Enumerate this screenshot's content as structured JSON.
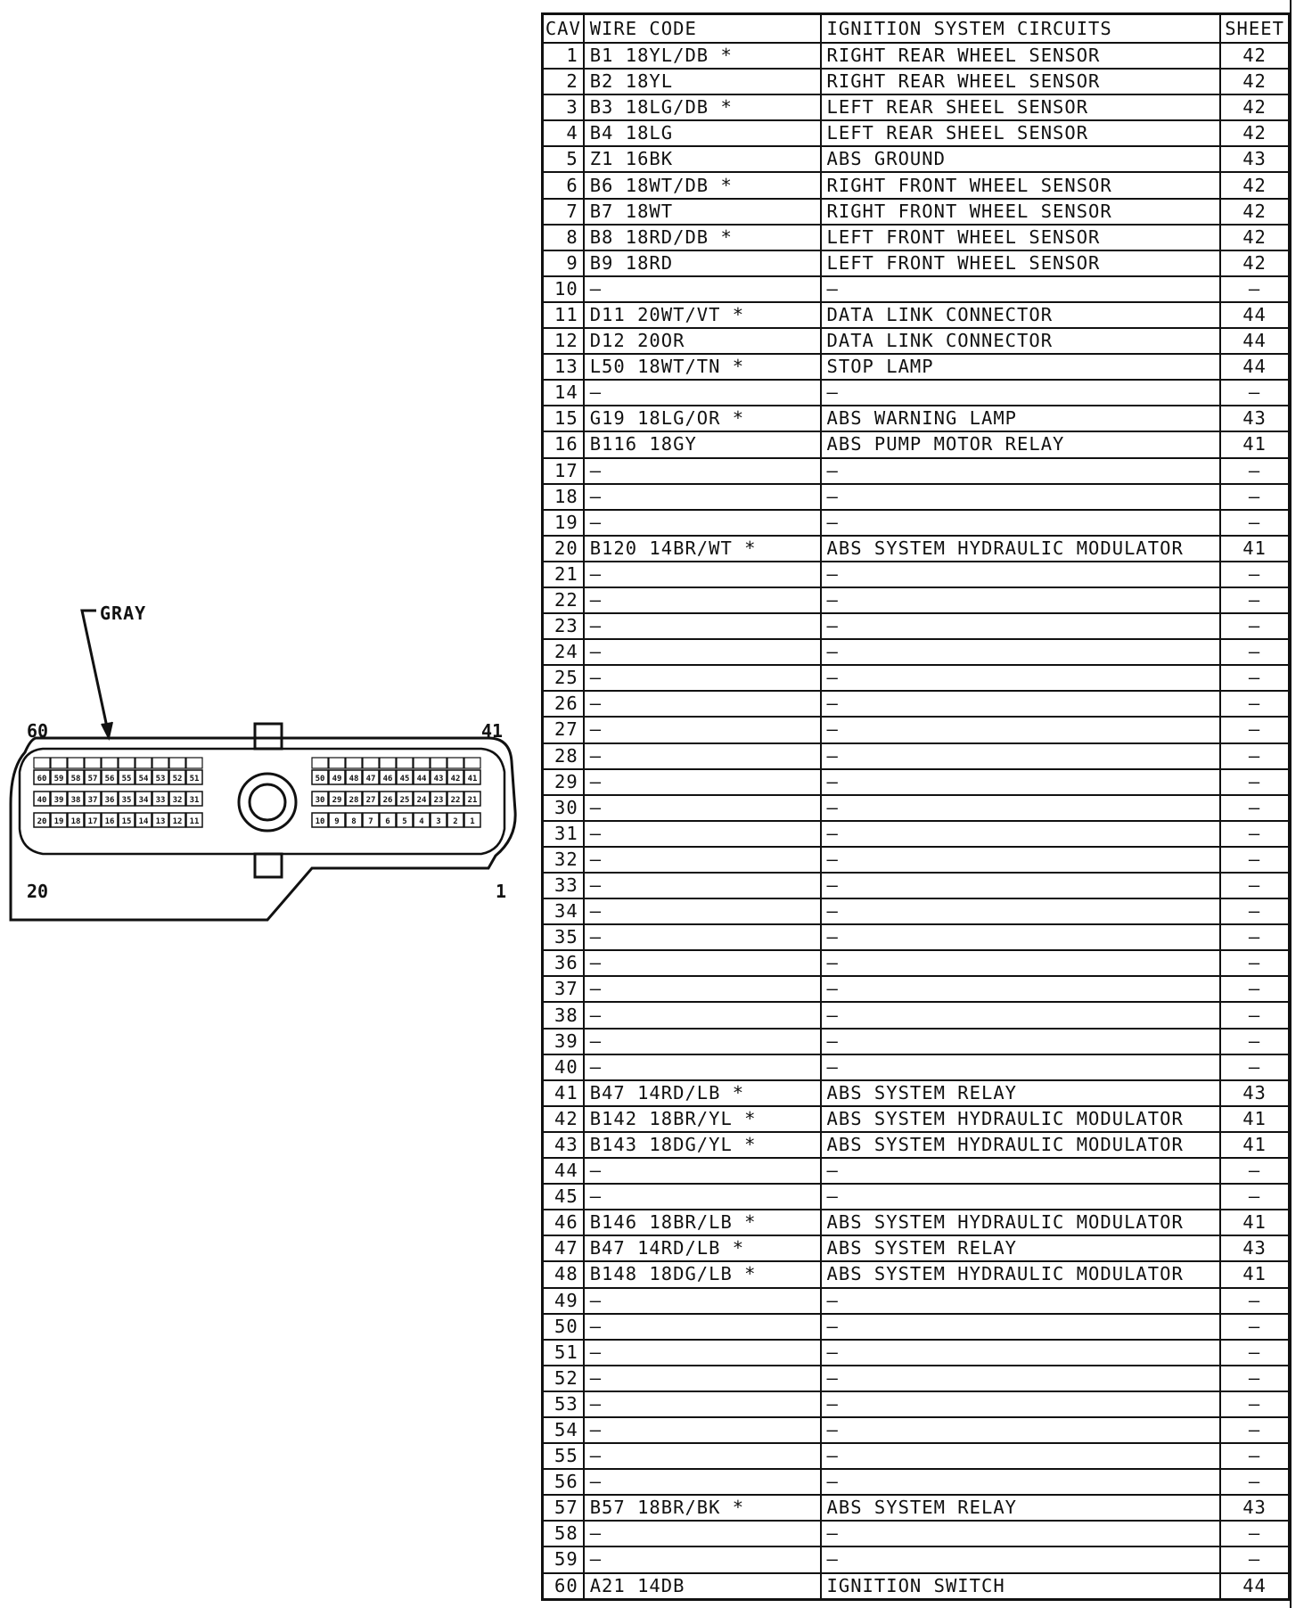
{
  "diagram": {
    "callout": "GRAY",
    "corner_labels": {
      "top_left": "60",
      "top_right": "41",
      "bottom_left": "20",
      "bottom_right": "1"
    },
    "pin_rows": {
      "left_top": [
        "60",
        "59",
        "58",
        "57",
        "56",
        "55",
        "54",
        "53",
        "52",
        "51"
      ],
      "left_mid": [
        "40",
        "39",
        "38",
        "37",
        "36",
        "35",
        "34",
        "33",
        "32",
        "31"
      ],
      "left_bottom": [
        "20",
        "19",
        "18",
        "17",
        "16",
        "15",
        "14",
        "13",
        "12",
        "11"
      ],
      "right_top": [
        "50",
        "49",
        "48",
        "47",
        "46",
        "45",
        "44",
        "43",
        "42",
        "41"
      ],
      "right_mid": [
        "30",
        "29",
        "28",
        "27",
        "26",
        "25",
        "24",
        "23",
        "22",
        "21"
      ],
      "right_bottom": [
        "10",
        "9",
        "8",
        "7",
        "6",
        "5",
        "4",
        "3",
        "2",
        "1"
      ]
    }
  },
  "table": {
    "headers": [
      "CAV",
      "WIRE CODE",
      "IGNITION SYSTEM CIRCUITS",
      "SHEET"
    ],
    "rows": [
      [
        "1",
        "B1  18YL/DB *",
        "RIGHT REAR WHEEL SENSOR",
        "42"
      ],
      [
        "2",
        "B2  18YL",
        "RIGHT REAR WHEEL SENSOR",
        "42"
      ],
      [
        "3",
        "B3  18LG/DB *",
        "LEFT REAR SHEEL SENSOR",
        "42"
      ],
      [
        "4",
        "B4  18LG",
        "LEFT REAR SHEEL SENSOR",
        "42"
      ],
      [
        "5",
        "Z1  16BK",
        "ABS GROUND",
        "43"
      ],
      [
        "6",
        "B6  18WT/DB *",
        "RIGHT FRONT WHEEL SENSOR",
        "42"
      ],
      [
        "7",
        "B7  18WT",
        "RIGHT FRONT WHEEL SENSOR",
        "42"
      ],
      [
        "8",
        "B8  18RD/DB *",
        "LEFT FRONT WHEEL SENSOR",
        "42"
      ],
      [
        "9",
        "B9  18RD",
        "LEFT FRONT WHEEL SENSOR",
        "42"
      ],
      [
        "10",
        "—",
        "—",
        "—"
      ],
      [
        "11",
        "D11  20WT/VT *",
        "DATA LINK CONNECTOR",
        "44"
      ],
      [
        "12",
        "D12  20OR",
        "DATA LINK CONNECTOR",
        "44"
      ],
      [
        "13",
        "L50  18WT/TN *",
        "STOP LAMP",
        "44"
      ],
      [
        "14",
        "—",
        "—",
        "—"
      ],
      [
        "15",
        "G19  18LG/OR *",
        "ABS WARNING LAMP",
        "43"
      ],
      [
        "16",
        "B116  18GY",
        "ABS PUMP MOTOR RELAY",
        "41"
      ],
      [
        "17",
        "—",
        "—",
        "—"
      ],
      [
        "18",
        "—",
        "—",
        "—"
      ],
      [
        "19",
        "—",
        "—",
        "—"
      ],
      [
        "20",
        "B120  14BR/WT *",
        "ABS SYSTEM HYDRAULIC MODULATOR",
        "41"
      ],
      [
        "21",
        "—",
        "—",
        "—"
      ],
      [
        "22",
        "—",
        "—",
        "—"
      ],
      [
        "23",
        "—",
        "—",
        "—"
      ],
      [
        "24",
        "—",
        "—",
        "—"
      ],
      [
        "25",
        "—",
        "—",
        "—"
      ],
      [
        "26",
        "—",
        "—",
        "—"
      ],
      [
        "27",
        "—",
        "—",
        "—"
      ],
      [
        "28",
        "—",
        "—",
        "—"
      ],
      [
        "29",
        "—",
        "—",
        "—"
      ],
      [
        "30",
        "—",
        "—",
        "—"
      ],
      [
        "31",
        "—",
        "—",
        "—"
      ],
      [
        "32",
        "—",
        "—",
        "—"
      ],
      [
        "33",
        "—",
        "—",
        "—"
      ],
      [
        "34",
        "—",
        "—",
        "—"
      ],
      [
        "35",
        "—",
        "—",
        "—"
      ],
      [
        "36",
        "—",
        "—",
        "—"
      ],
      [
        "37",
        "—",
        "—",
        "—"
      ],
      [
        "38",
        "—",
        "—",
        "—"
      ],
      [
        "39",
        "—",
        "—",
        "—"
      ],
      [
        "40",
        "—",
        "—",
        "—"
      ],
      [
        "41",
        "B47  14RD/LB *",
        "ABS SYSTEM RELAY",
        "43"
      ],
      [
        "42",
        "B142  18BR/YL *",
        "ABS SYSTEM HYDRAULIC MODULATOR",
        "41"
      ],
      [
        "43",
        "B143  18DG/YL *",
        "ABS SYSTEM HYDRAULIC MODULATOR",
        "41"
      ],
      [
        "44",
        "—",
        "—",
        "—"
      ],
      [
        "45",
        "—",
        "—",
        "—"
      ],
      [
        "46",
        "B146  18BR/LB *",
        "ABS SYSTEM HYDRAULIC MODULATOR",
        "41"
      ],
      [
        "47",
        "B47  14RD/LB *",
        "ABS SYSTEM RELAY",
        "43"
      ],
      [
        "48",
        "B148  18DG/LB *",
        "ABS SYSTEM HYDRAULIC MODULATOR",
        "41"
      ],
      [
        "49",
        "—",
        "—",
        "—"
      ],
      [
        "50",
        "—",
        "—",
        "—"
      ],
      [
        "51",
        "—",
        "—",
        "—"
      ],
      [
        "52",
        "—",
        "—",
        "—"
      ],
      [
        "53",
        "—",
        "—",
        "—"
      ],
      [
        "54",
        "—",
        "—",
        "—"
      ],
      [
        "55",
        "—",
        "—",
        "—"
      ],
      [
        "56",
        "—",
        "—",
        "—"
      ],
      [
        "57",
        "B57  18BR/BK *",
        "ABS SYSTEM RELAY",
        "43"
      ],
      [
        "58",
        "—",
        "—",
        "—"
      ],
      [
        "59",
        "—",
        "—",
        "—"
      ],
      [
        "60",
        "A21  14DB",
        "IGNITION SWITCH",
        "44"
      ]
    ]
  }
}
